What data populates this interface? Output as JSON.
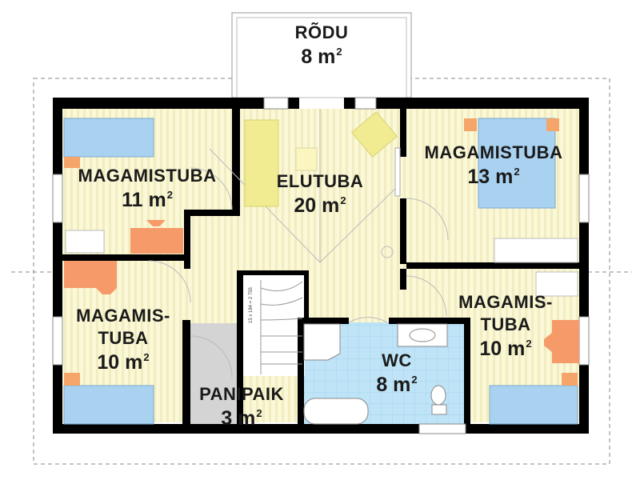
{
  "rooms": [
    {
      "key": "rodu",
      "name": "RÕDU",
      "area": "8 m",
      "unit_sup": "2"
    },
    {
      "key": "mag_nw",
      "name": "MAGAMISTUBA",
      "area": "11 m",
      "unit_sup": "2"
    },
    {
      "key": "elutuba",
      "name": "ELUTUBA",
      "area": "20 m",
      "unit_sup": "2"
    },
    {
      "key": "mag_ne",
      "name": "MAGAMISTUBA",
      "area": "13 m",
      "unit_sup": "2"
    },
    {
      "key": "mag_sw",
      "name_line1": "MAGAMIS-",
      "name_line2": "TUBA",
      "area": "10 m",
      "unit_sup": "2"
    },
    {
      "key": "mag_se",
      "name_line1": "MAGAMIS-",
      "name_line2": "TUBA",
      "area": "10 m",
      "unit_sup": "2"
    },
    {
      "key": "wc",
      "name": "WC",
      "area": "8 m",
      "unit_sup": "2"
    },
    {
      "key": "panipaik",
      "name": "PANIPAIK",
      "area": "3 m",
      "unit_sup": "2"
    }
  ],
  "stair_note": "15 x 184 = 2 755",
  "colors": {
    "wall": "#000000",
    "floor": "#fbf8d8",
    "floor_stripe": "#eee9b6",
    "bathroom": "#bfe4f7",
    "storage": "#d4d4d4",
    "bed": "#a9d2f1",
    "pillow": "#f5a46a",
    "desk": "#f59a68",
    "sofa": "#f1ec92"
  }
}
